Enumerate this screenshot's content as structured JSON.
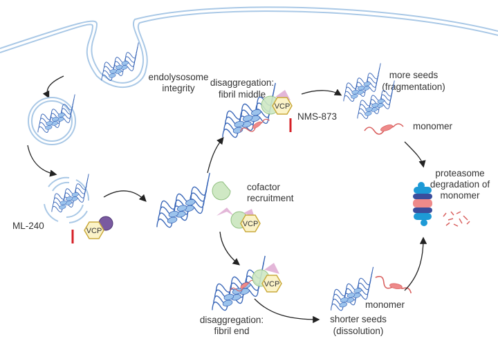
{
  "labels": {
    "endolysosome_1": "endolysosome",
    "endolysosome_2": "integrity",
    "ml240": "ML-240",
    "cofactor_1": "cofactor",
    "cofactor_2": "recruitment",
    "middle_1": "disaggregation:",
    "middle_2": "fibril middle",
    "nms873": "NMS-873",
    "seeds_1": "more seeds",
    "seeds_2": "(fragmentation)",
    "monomer_top": "monomer",
    "proteasome_1": "proteasome",
    "proteasome_2": "degradation of",
    "proteasome_3": "monomer",
    "monomer_bottom": "monomer",
    "shorter_1": "shorter seeds",
    "shorter_2": "(dissolution)",
    "end_1": "disaggregation:",
    "end_2": "fibril end",
    "vcp": "VCP"
  },
  "colors": {
    "membrane": "#a9c8e6",
    "fibril": "#3a67b8",
    "fibril_fill": "#9cc3ec",
    "monomer": "#d9605f",
    "inhibitor": "#d62027",
    "vcp_fill": "#fbf3c8",
    "vcp_stroke": "#c9a93b",
    "cofactor": "#cfe8c4",
    "adaptor": "#e3b6d8",
    "proteasome_blue": "#1d9ad6",
    "proteasome_dark": "#3a4d9c",
    "proteasome_pink": "#ee8a8a"
  }
}
